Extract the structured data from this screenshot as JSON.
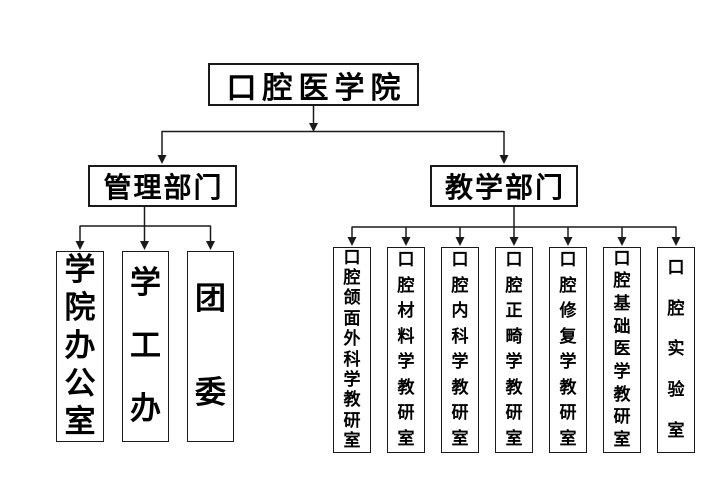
{
  "diagram": {
    "title": "口腔医学院 organizational chart",
    "colors": {
      "background": "#ffffff",
      "line": "#1a1a1a",
      "box_border": "#1a1a1a",
      "text": "#000000"
    },
    "root": {
      "label": "口腔医学院"
    },
    "branches": [
      {
        "label": "管理部门",
        "children": [
          {
            "label": "学院办公室"
          },
          {
            "label": "学工办"
          },
          {
            "label": "团委"
          }
        ]
      },
      {
        "label": "教学部门",
        "children": [
          {
            "label": "口腔颌面外科学教研室"
          },
          {
            "label": "口腔材料学教研室"
          },
          {
            "label": "口腔内科学教研室"
          },
          {
            "label": "口腔正畸学教研室"
          },
          {
            "label": "口腔修复学教研室"
          },
          {
            "label": "口腔基础医学教研室"
          },
          {
            "label": "口腔实验室"
          }
        ]
      }
    ]
  }
}
